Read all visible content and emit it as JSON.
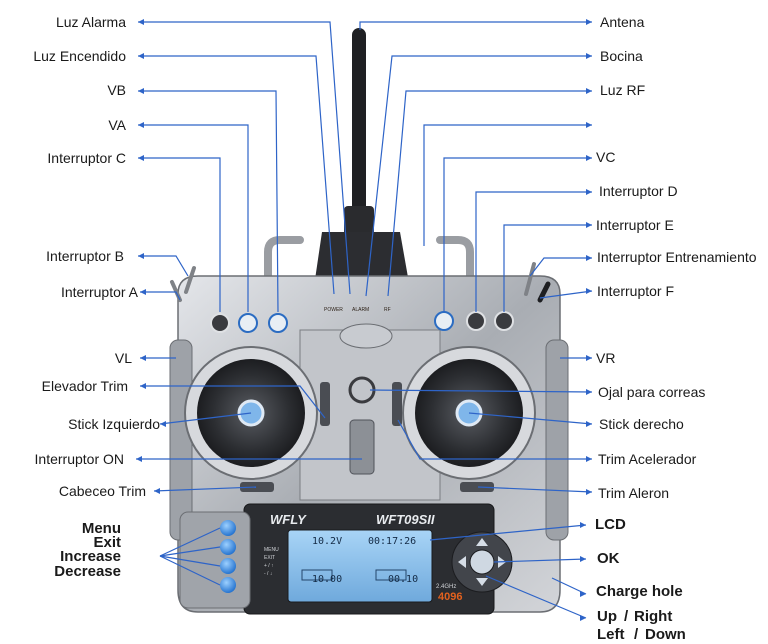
{
  "colors": {
    "leader": "#2e64c8",
    "body_silver": "#b9bcc1",
    "body_dark": "#3a3d42",
    "lcd_blue": "#8fc3ee",
    "button_blue": "#2f7fd6"
  },
  "labels_left": [
    "Luz Alarma",
    "Luz Encendido",
    "VB",
    "VA",
    "Interruptor C",
    "Interruptor B",
    "Interruptor A",
    "VL",
    "Elevador Trim",
    "Stick Izquierdo",
    "Interruptor ON",
    "Cabeceo Trim"
  ],
  "labels_right": [
    "Antena",
    "Bocina",
    "Luz RF",
    "VC",
    "Interruptor D",
    "Interruptor E",
    "Interruptor Entrenamiento",
    "Interruptor F",
    "VR",
    "Ojal para correas",
    "Stick derecho",
    "Trim Acelerador",
    "Trim Aleron"
  ],
  "labels_keys": [
    "Menu",
    "Exit",
    "Increase",
    "Decrease"
  ],
  "labels_bottom": [
    "LCD",
    "OK",
    "Charge hole",
    "Up",
    "Right",
    "Left",
    "Down",
    "/",
    "/"
  ],
  "device": {
    "brand": "WFLY",
    "model": "WFT09SII",
    "model_number": "4096",
    "band": "2.4GHz",
    "indicators": [
      "POWER",
      "ALARM",
      "RF"
    ],
    "key_labels": [
      "MENU",
      "EXIT",
      "+ / ↑",
      "- / ↓"
    ],
    "lcd": {
      "voltage": "10.2V",
      "timer": "00:17:26",
      "value_left": "10.00",
      "value_right": "00.10"
    }
  }
}
